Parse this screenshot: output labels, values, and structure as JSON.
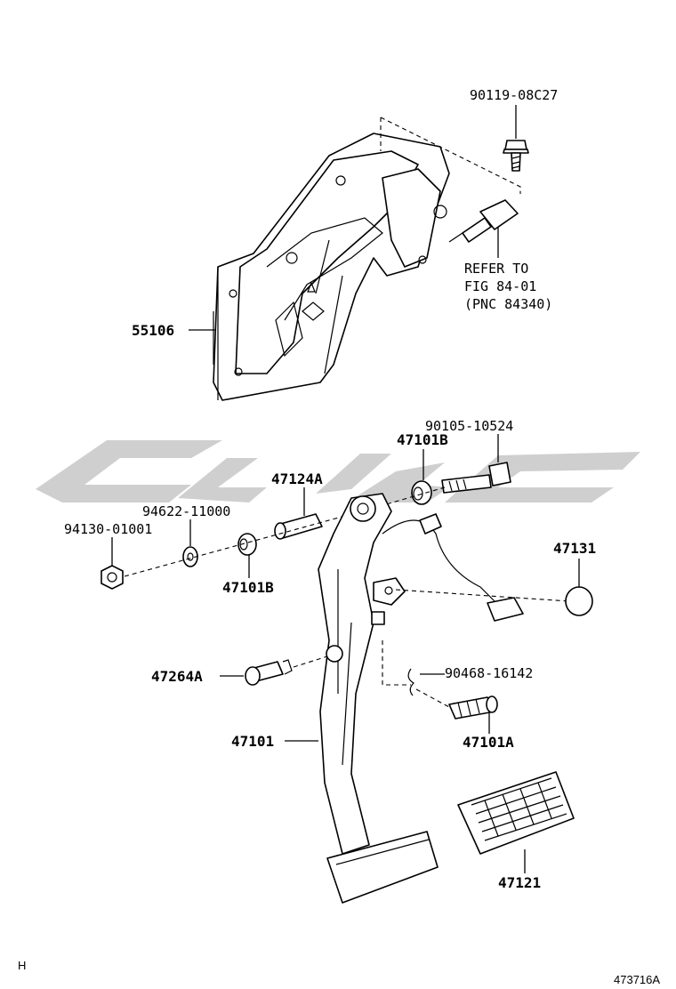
{
  "parts": {
    "bolt_top": "90119-08C27",
    "bracket": "55106",
    "bolt_pivot": "90105-10524",
    "bushing_upper": "47101B",
    "collar": "47124A",
    "washer": "94622-11000",
    "nut": "94130-01001",
    "bushing_lower": "47101B",
    "stopper": "47131",
    "pin": "47264A",
    "clip": "90468-16142",
    "spring_pin": "47101A",
    "pedal_arm": "47101",
    "pedal_pad": "47121"
  },
  "reference": {
    "line1": "REFER TO",
    "line2": "FIG 84-01",
    "line3": "(PNC 84340)"
  },
  "footer": {
    "code": "H",
    "figure_id": "473716A"
  }
}
